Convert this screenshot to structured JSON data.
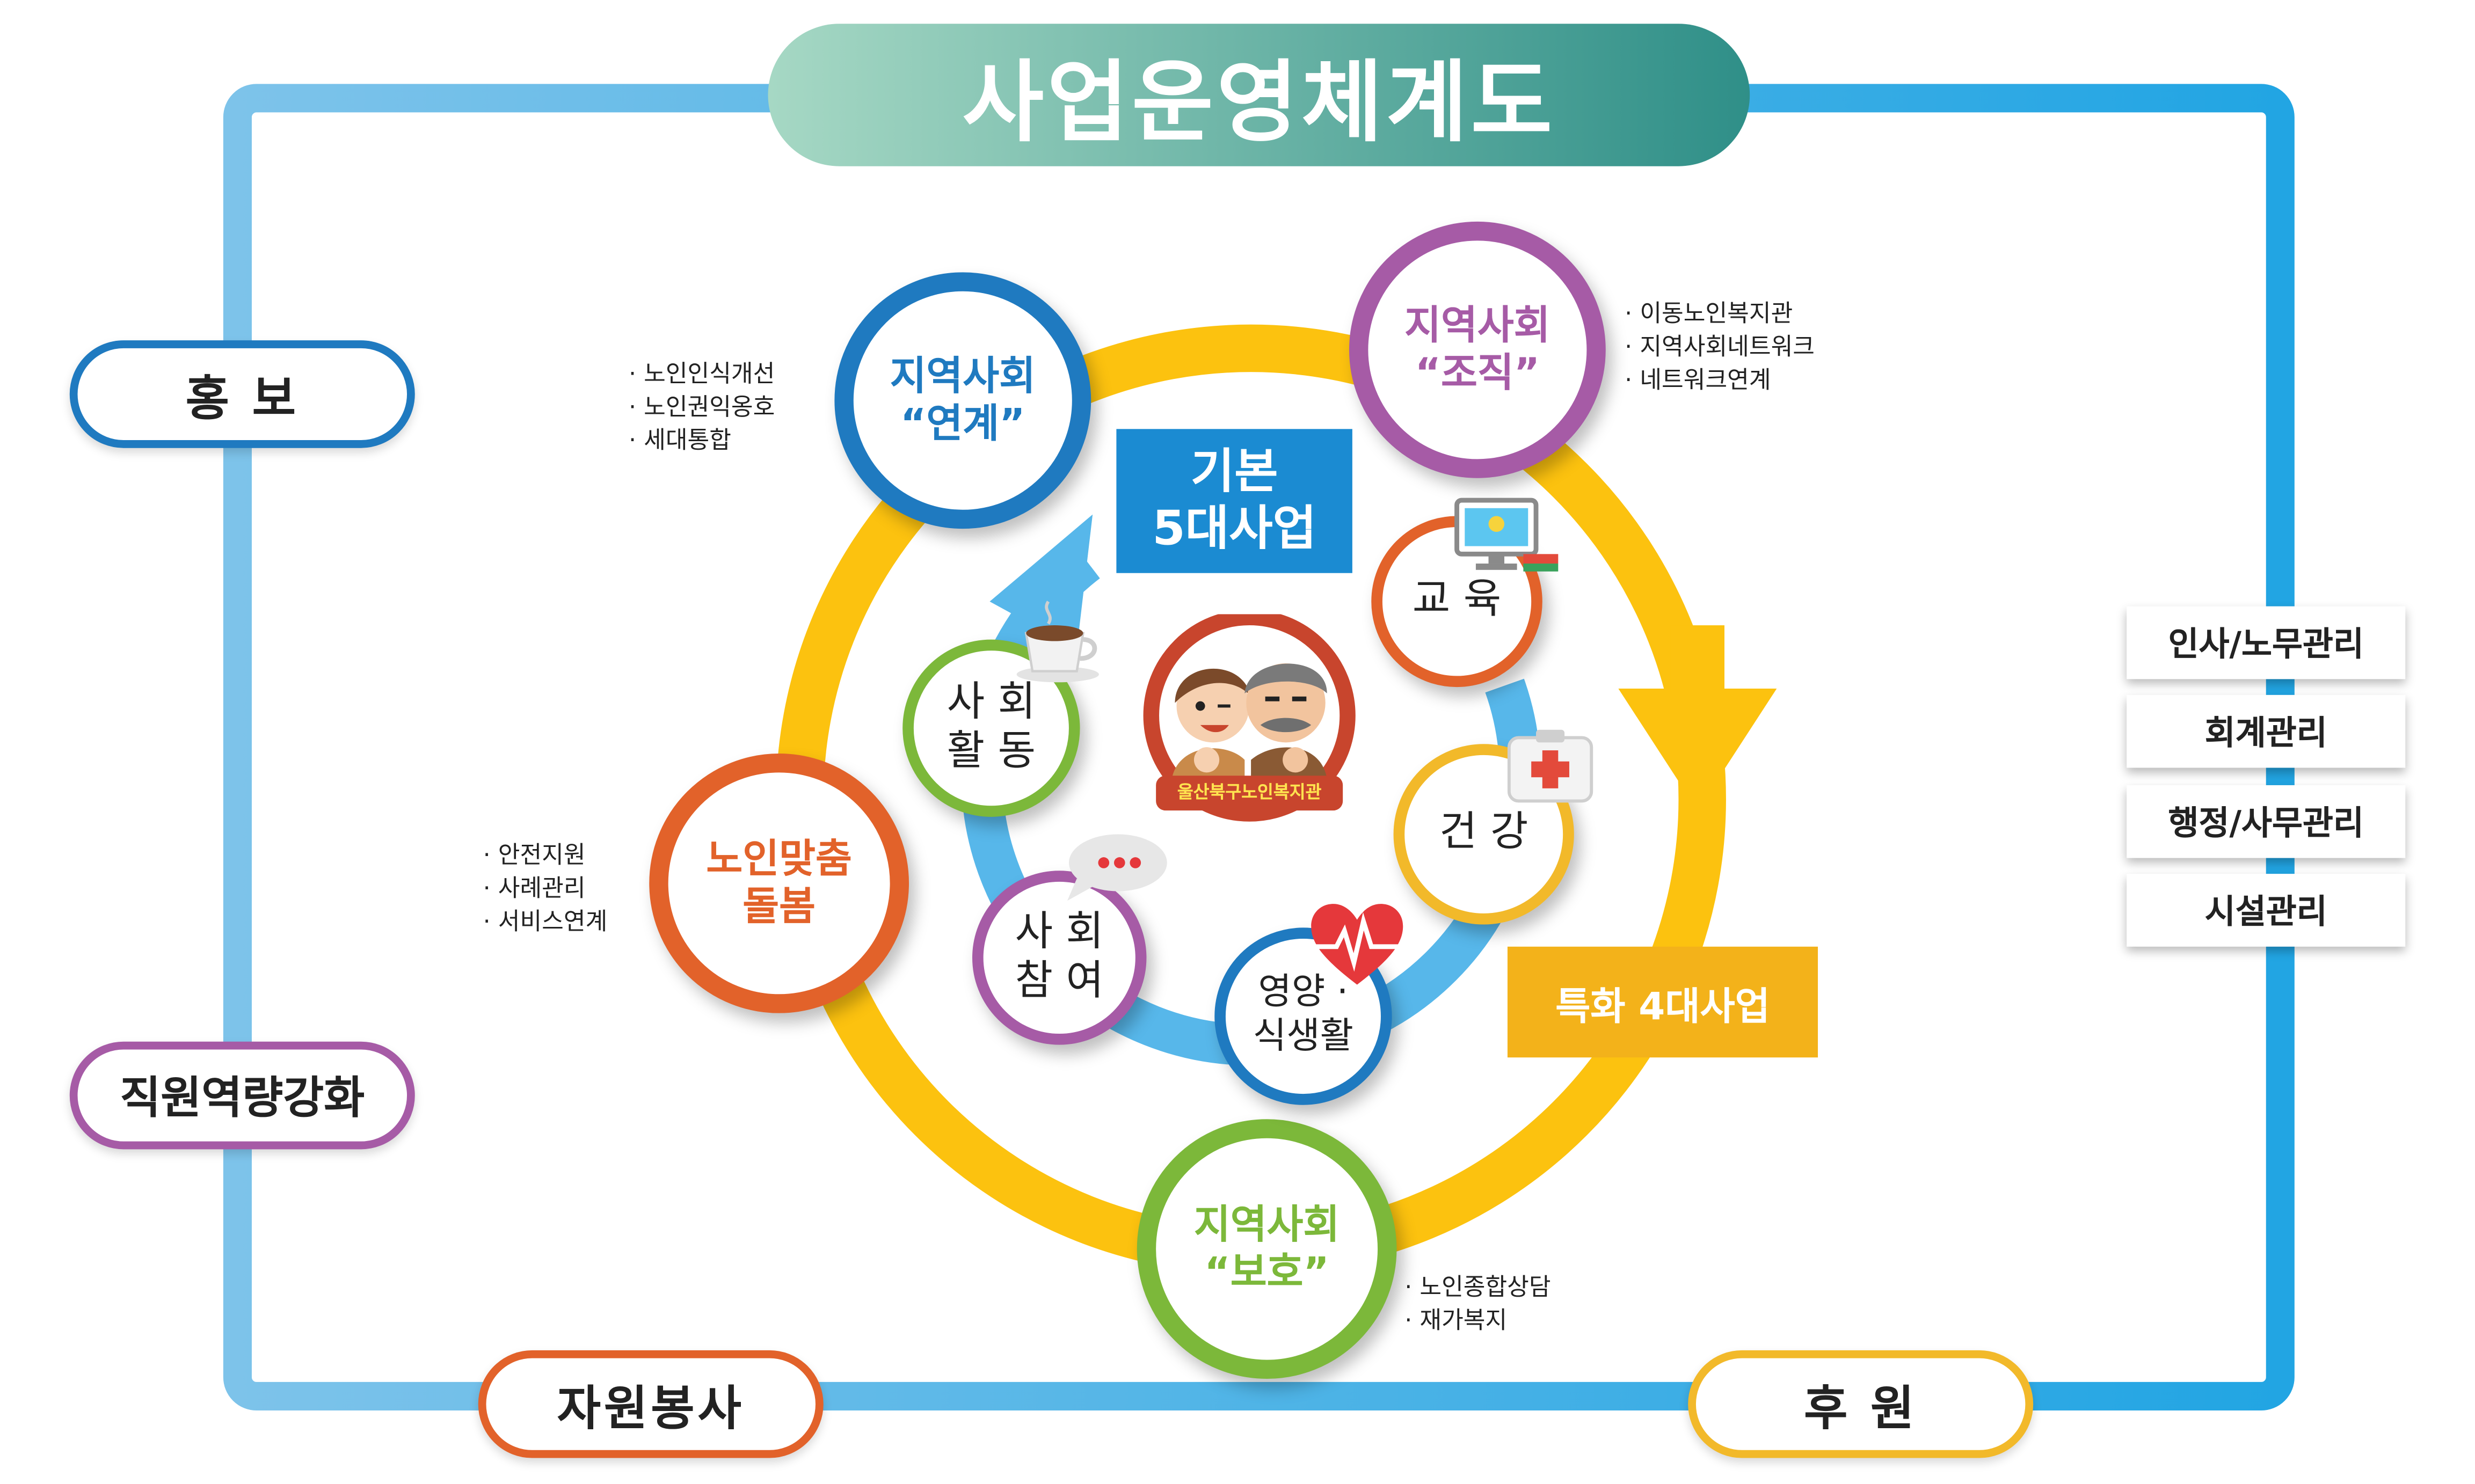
{
  "title": "사업운영체계도",
  "outer_labels": {
    "publicity": "홍 보",
    "staff": "직원역량강화",
    "volunteer": "자원봉사",
    "sponsorship": "후 원"
  },
  "management": [
    "인사/노무관리",
    "회계관리",
    "행정/사무관리",
    "시설관리"
  ],
  "community": {
    "link": {
      "line1": "지역사회",
      "line2": "“연계”",
      "notes": [
        "노인인식개선",
        "노인권익옹호",
        "세대통합"
      ]
    },
    "organize": {
      "line1": "지역사회",
      "line2": "“조직”",
      "notes": [
        "이동노인복지관",
        "지역사회네트워크",
        "네트워크연계"
      ]
    },
    "care": {
      "line1": "노인맞춤",
      "line2": "돌봄",
      "notes": [
        "안전지원",
        "사례관리",
        "서비스연계"
      ]
    },
    "protect": {
      "line1": "지역사회",
      "line2": "“보호”",
      "notes": [
        "노인종합상담",
        "재가복지"
      ]
    }
  },
  "basic": {
    "line1": "기본",
    "line2": "5대사업"
  },
  "special": "특화 4대사업",
  "services": {
    "education": "교 육",
    "health": "건 강",
    "nutrition_line1": "영양 ·",
    "nutrition_line2": "식생활",
    "participation_line1": "사 회",
    "participation_line2": "참 여",
    "activity_line1": "사 회",
    "activity_line2": "활 동"
  },
  "logo_text": "울산북구노인복지관",
  "colors": {
    "frame": "#3da8e4",
    "title_gradient_start": "#a6d8c4",
    "title_gradient_end": "#2f8f88",
    "yellow_ring": "#fcc20f",
    "blue_ring": "#4fb4e8",
    "link_blue": "#1f7ac0",
    "organize_purple": "#a65ba6",
    "care_orange": "#e2622a",
    "protect_green": "#7cb83a",
    "health_yellow": "#f2b92a",
    "box_blue": "#1b8bd2",
    "box_orange": "#f3b21a"
  },
  "icons": [
    "computer-icon",
    "first-aid-icon",
    "heart-pulse-icon",
    "chat-bubble-icon",
    "coffee-cup-icon",
    "mascot-logo-icon"
  ]
}
